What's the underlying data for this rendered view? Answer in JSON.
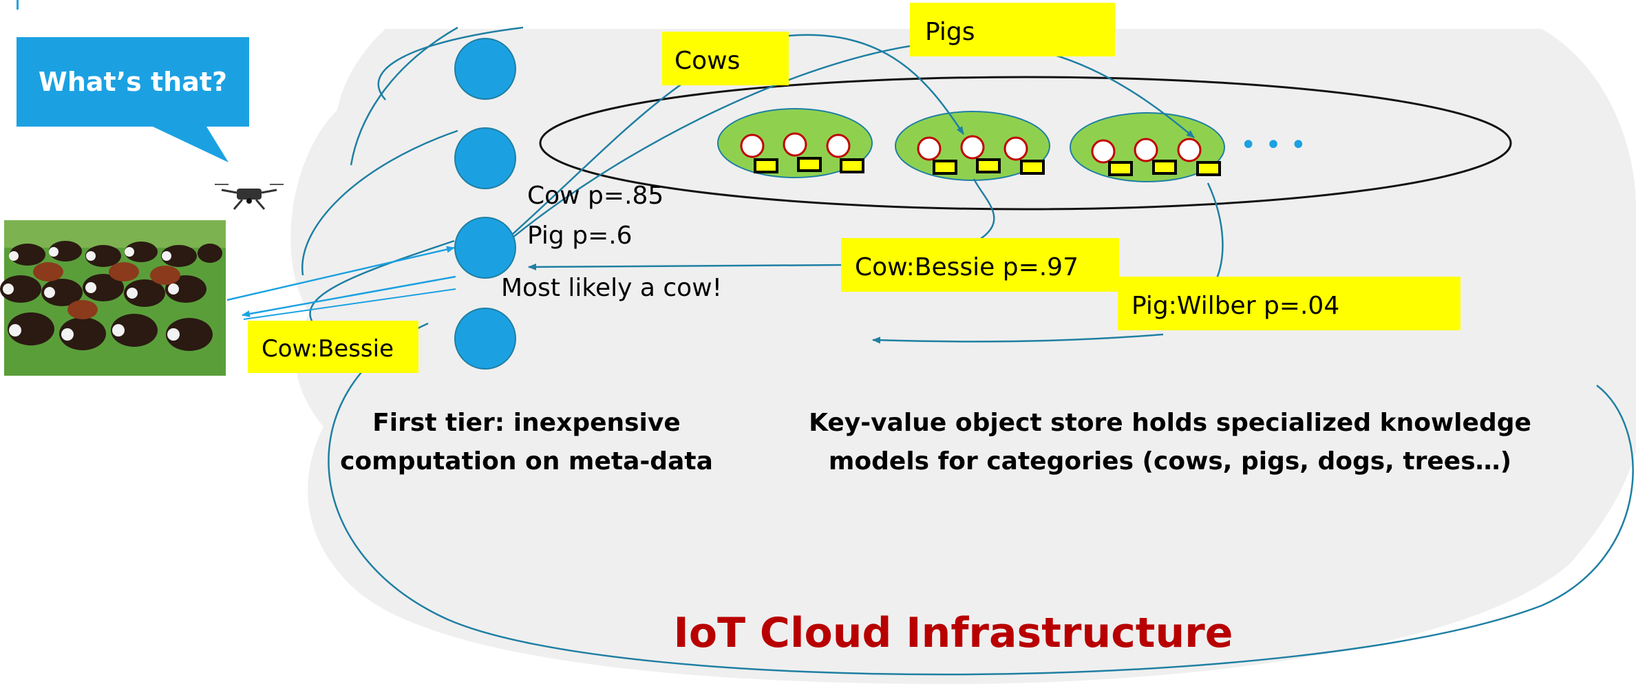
{
  "speech_bubble": {
    "text": "What’s that?"
  },
  "photo": {
    "subject": "herd of cattle in a field"
  },
  "drone": {
    "icon": "drone-icon"
  },
  "labels": {
    "cows": "Cows",
    "pigs": "Pigs",
    "cow_p": "Cow p=.85",
    "pig_p": "Pig p=.6",
    "most_likely": "Most likely a cow!",
    "cow_bessie_result": "Cow:Bessie p=.97",
    "pig_wilber_result": "Pig:Wilber p=.04",
    "answer": "Cow:Bessie"
  },
  "captions": {
    "first_tier": [
      "First tier: inexpensive",
      "computation on meta-data"
    ],
    "store": [
      "Key-value object store holds specialized knowledge",
      "models for categories (cows, pigs, dogs, trees…)"
    ]
  },
  "title": "IoT Cloud Infrastructure",
  "ellipsis": "• • •",
  "colors": {
    "cloud": "#efefef",
    "cloud_stroke": "#1f7fa3",
    "node": "#1ba1e2",
    "callout": "#1ba1e2",
    "highlight": "#ffff00",
    "shard": "#8fd14f",
    "arrow": "#1f7fa3",
    "title": "#b80000"
  }
}
